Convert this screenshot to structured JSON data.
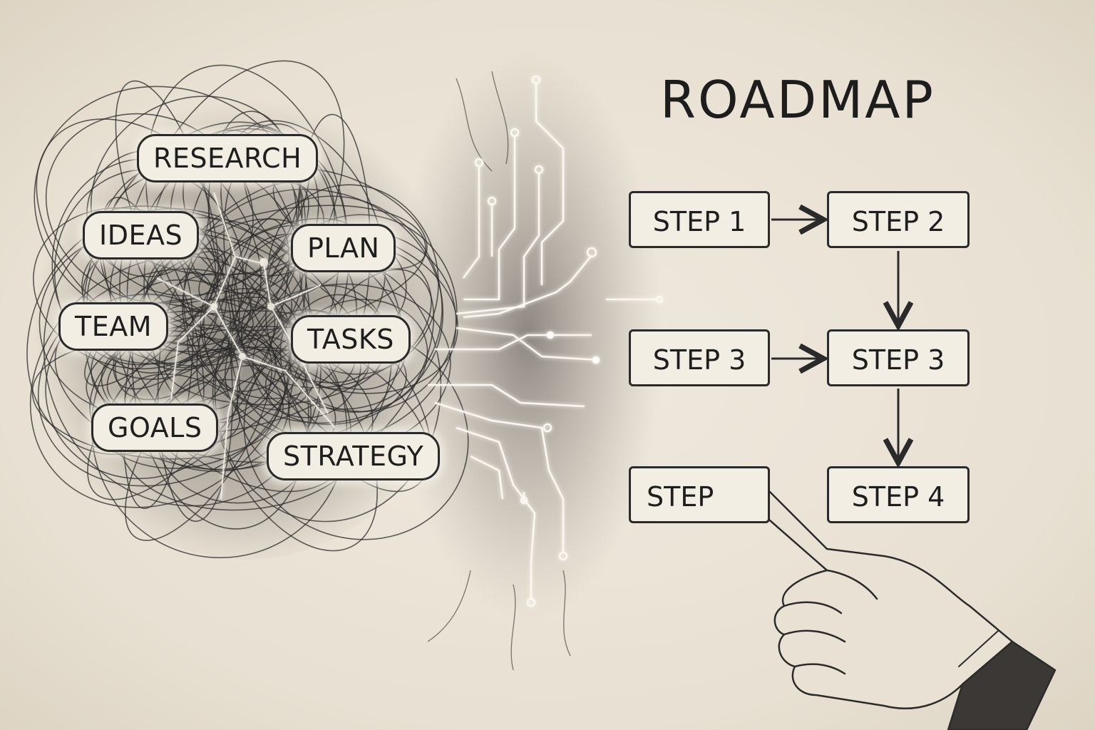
{
  "title": "ROADMAP",
  "scribble_labels": {
    "research": "RESEARCH",
    "ideas": "IDEAS",
    "plan": "PLAN",
    "team": "TEAM",
    "tasks": "TASKS",
    "goals": "GOALS",
    "strategy": "STRATEGY"
  },
  "steps": {
    "r1c1": "STEP 1",
    "r1c2": "STEP 2",
    "r2c1": "STEP 3",
    "r2c2": "STEP 3",
    "r3c1": "STEP",
    "r3c2": "STEP 4"
  },
  "colors": {
    "paper": "#ede6da",
    "ink": "#2a2a2a",
    "glow": "#ffffff"
  },
  "icons": {
    "scribble": "tangled-scribble-icon",
    "circuit": "glowing-circuit-icon",
    "hand": "pointing-hand-icon"
  }
}
